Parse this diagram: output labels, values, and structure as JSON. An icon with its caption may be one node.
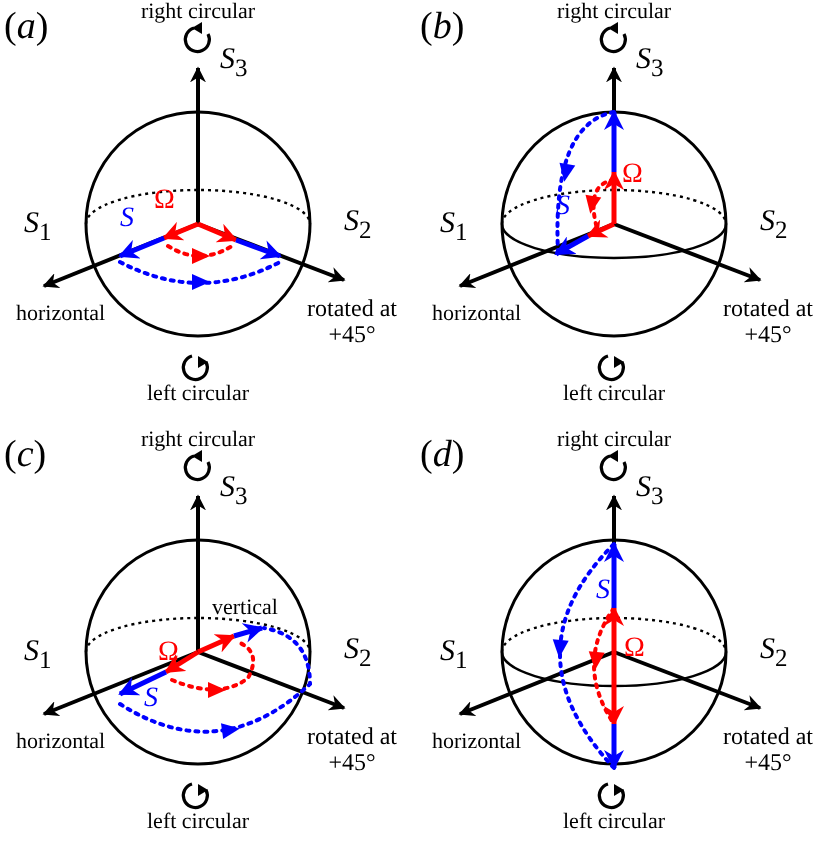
{
  "diagram": {
    "labels": [
      "(*a*)",
      "right circular",
      "*S*$_{3}$",
      "*S*$_{1}$",
      "*S*$_{2}$",
      "Ω",
      "*S*",
      "horizontal",
      "rotated at +45°",
      "left circular",
      "(*b*)",
      "right circular",
      "*S*$_{3}$",
      "*S*$_{1}$",
      "*S*$_{2}$",
      "Ω",
      "*S*",
      "horizontal",
      "rotated at +45°",
      "left circular",
      "(*c*)",
      "right circular",
      "*S*$_{3}$",
      "*S*$_{1}$",
      "*S*$_{2}$",
      "Ω",
      "*S*",
      "vertical",
      "horizontal",
      "rotated at +45°",
      "left circular",
      "(*d*)",
      "right circular",
      "*S*$_{3}$",
      "*S*$_{1}$",
      "*S*$_{2}$",
      "Ω",
      "*S*",
      "horizontal",
      "rotated at +45°",
      "left circular"
    ]
  }
}
